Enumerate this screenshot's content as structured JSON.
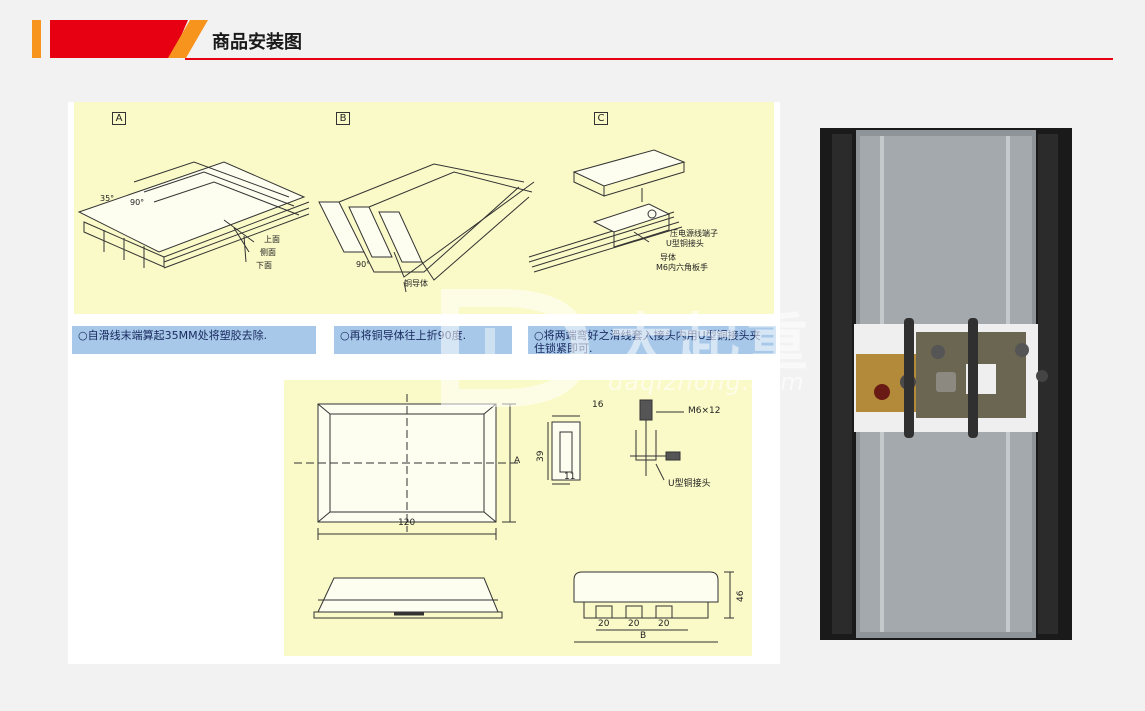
{
  "header": {
    "title": "商品安装图",
    "accent_red": "#e60012",
    "accent_orange": "#f7941d"
  },
  "drawing": {
    "steps": [
      {
        "label": "A",
        "caption": "○自滑线末端算起35MM处将塑胶去除."
      },
      {
        "label": "B",
        "caption": "○再将铜导体往上折90度."
      },
      {
        "label": "C",
        "caption": "○将两端弯好之滑线套入接头内用U型铜接头夹住锁紧即可."
      }
    ],
    "step_a": {
      "angle_35": "35°",
      "angle_90": "90°",
      "top_face": "上面",
      "side_face": "侧面",
      "bottom_face": "下面"
    },
    "step_b": {
      "angle": "90°",
      "copper": "铜导体"
    },
    "step_c": {
      "terminal": "压电源线端子",
      "u_copper": "U型铜接头",
      "conductor": "导体",
      "wrench": "M6内六角板手"
    },
    "dimensions": {
      "width_120": "120",
      "a": "A",
      "b": "B",
      "d16": "16",
      "d39": "39",
      "d11": "11",
      "bolt": "M6×12",
      "u_joint": "U型铜接头",
      "d46": "46",
      "pitch": [
        "20",
        "20",
        "20"
      ]
    }
  },
  "watermark": {
    "cn": "大起重",
    "en": "daqizhong.com"
  }
}
